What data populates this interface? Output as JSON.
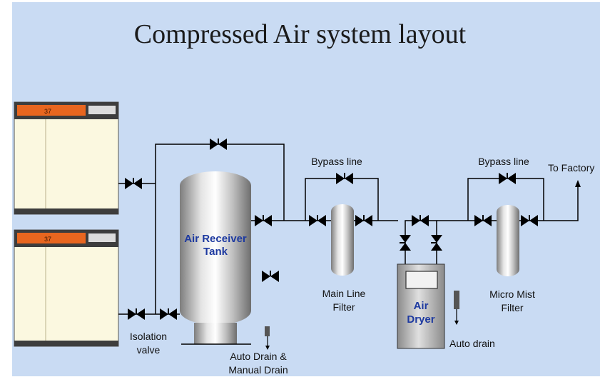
{
  "title": "Compressed Air system layout",
  "compressors": [
    {
      "display": "37"
    },
    {
      "display": "37"
    }
  ],
  "labels": {
    "isolation_valve": [
      "Isolation",
      "valve"
    ],
    "tank": [
      "Air Receiver",
      "Tank"
    ],
    "auto_manual_drain": [
      "Auto Drain &",
      "Manual Drain"
    ],
    "bypass_line_1": "Bypass line",
    "bypass_line_2": "Bypass line",
    "main_line_filter": [
      "Main Line",
      "Filter"
    ],
    "dryer": [
      "Air",
      "Dryer"
    ],
    "auto_drain": "Auto drain",
    "micro_mist_filter": [
      "Micro Mist",
      "Filter"
    ],
    "to_factory": "To Factory"
  },
  "colors": {
    "background": "#c9dbf3",
    "compressor_body": "#fbf8e0",
    "compressor_panel": "#e8661f",
    "compressor_frame": "#4a4a4a",
    "tank_text": "#1e3aa0",
    "pipe": "#000000"
  }
}
